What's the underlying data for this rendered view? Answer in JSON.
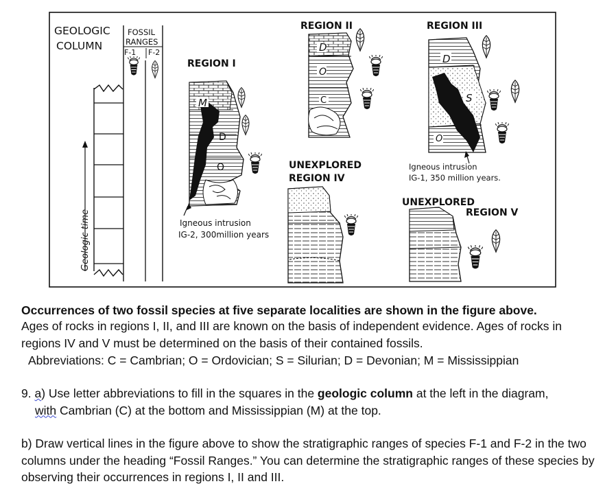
{
  "figure": {
    "column_header": [
      "GEOLOGIC",
      "COLUMN"
    ],
    "fossil_header": [
      "FOSSIL",
      "RANGES"
    ],
    "f1": "F-1",
    "f2": "F-2",
    "time_label": "Geologic time",
    "region1": {
      "title": "REGION I",
      "letters": [
        "M",
        "D",
        "O"
      ],
      "note_line1": "Igneous intrusion",
      "note_line2": "IG-2, 300million years"
    },
    "region2": {
      "title": "REGION II",
      "letters": [
        "D",
        "O",
        "C"
      ]
    },
    "region3": {
      "title": "REGION III",
      "letters": [
        "D",
        "S",
        "O"
      ],
      "note_line1": "Igneous intrusion",
      "note_line2": "IG-1, 350 million years."
    },
    "region4": {
      "title_line1": "UNEXPLORED",
      "title_line2": "REGION IV"
    },
    "region5": {
      "title_line1": "UNEXPLORED",
      "title_line2": "REGION V"
    }
  },
  "caption": {
    "bold": "Occurrences of two fossil species at five separate localities are shown in the figure above.",
    "body": "Ages of rocks in regions I, II, and III are known on the basis of independent evidence. Ages of rocks in regions IV and V must be determined on the basis of their contained fossils.",
    "abbreviations": "Abbreviations: C = Cambrian; O = Ordovician; S = Silurian; D = Devonian; M = Mississippian"
  },
  "question9": {
    "prefix": "9. ",
    "part_letter": "a",
    "text1": ") Use letter abbreviations to fill in the squares in the ",
    "bold": "geologic column",
    "text2": " at the left in the diagram, ",
    "with_word": "with",
    "text3": " Cambrian (C) at the bottom and Mississippian (M) at the top."
  },
  "question9b": {
    "text1": "b) Draw vertical lines in the figure above to show the stratigraphic ranges of species F-1 and F-2  in the two columns under the heading “Fossil Ranges.” You can determine the stratigraphic ranges of these species by observing their occurrences in regions I, II and III."
  }
}
